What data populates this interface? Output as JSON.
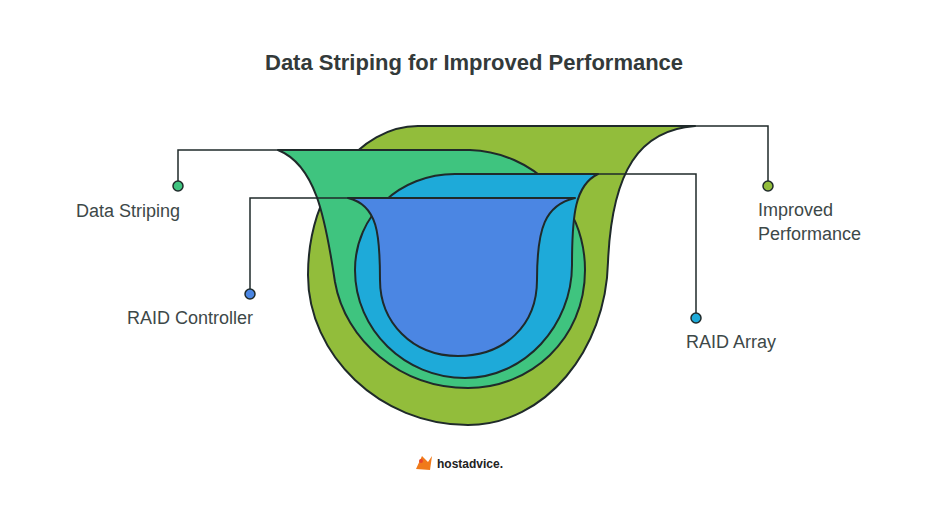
{
  "diagram": {
    "title": "Data Striping for Improved Performance",
    "labels": [
      "Data Striping",
      "RAID Controller",
      "RAID Array",
      "Improved Performance",
      "hostadvice."
    ]
  }
}
